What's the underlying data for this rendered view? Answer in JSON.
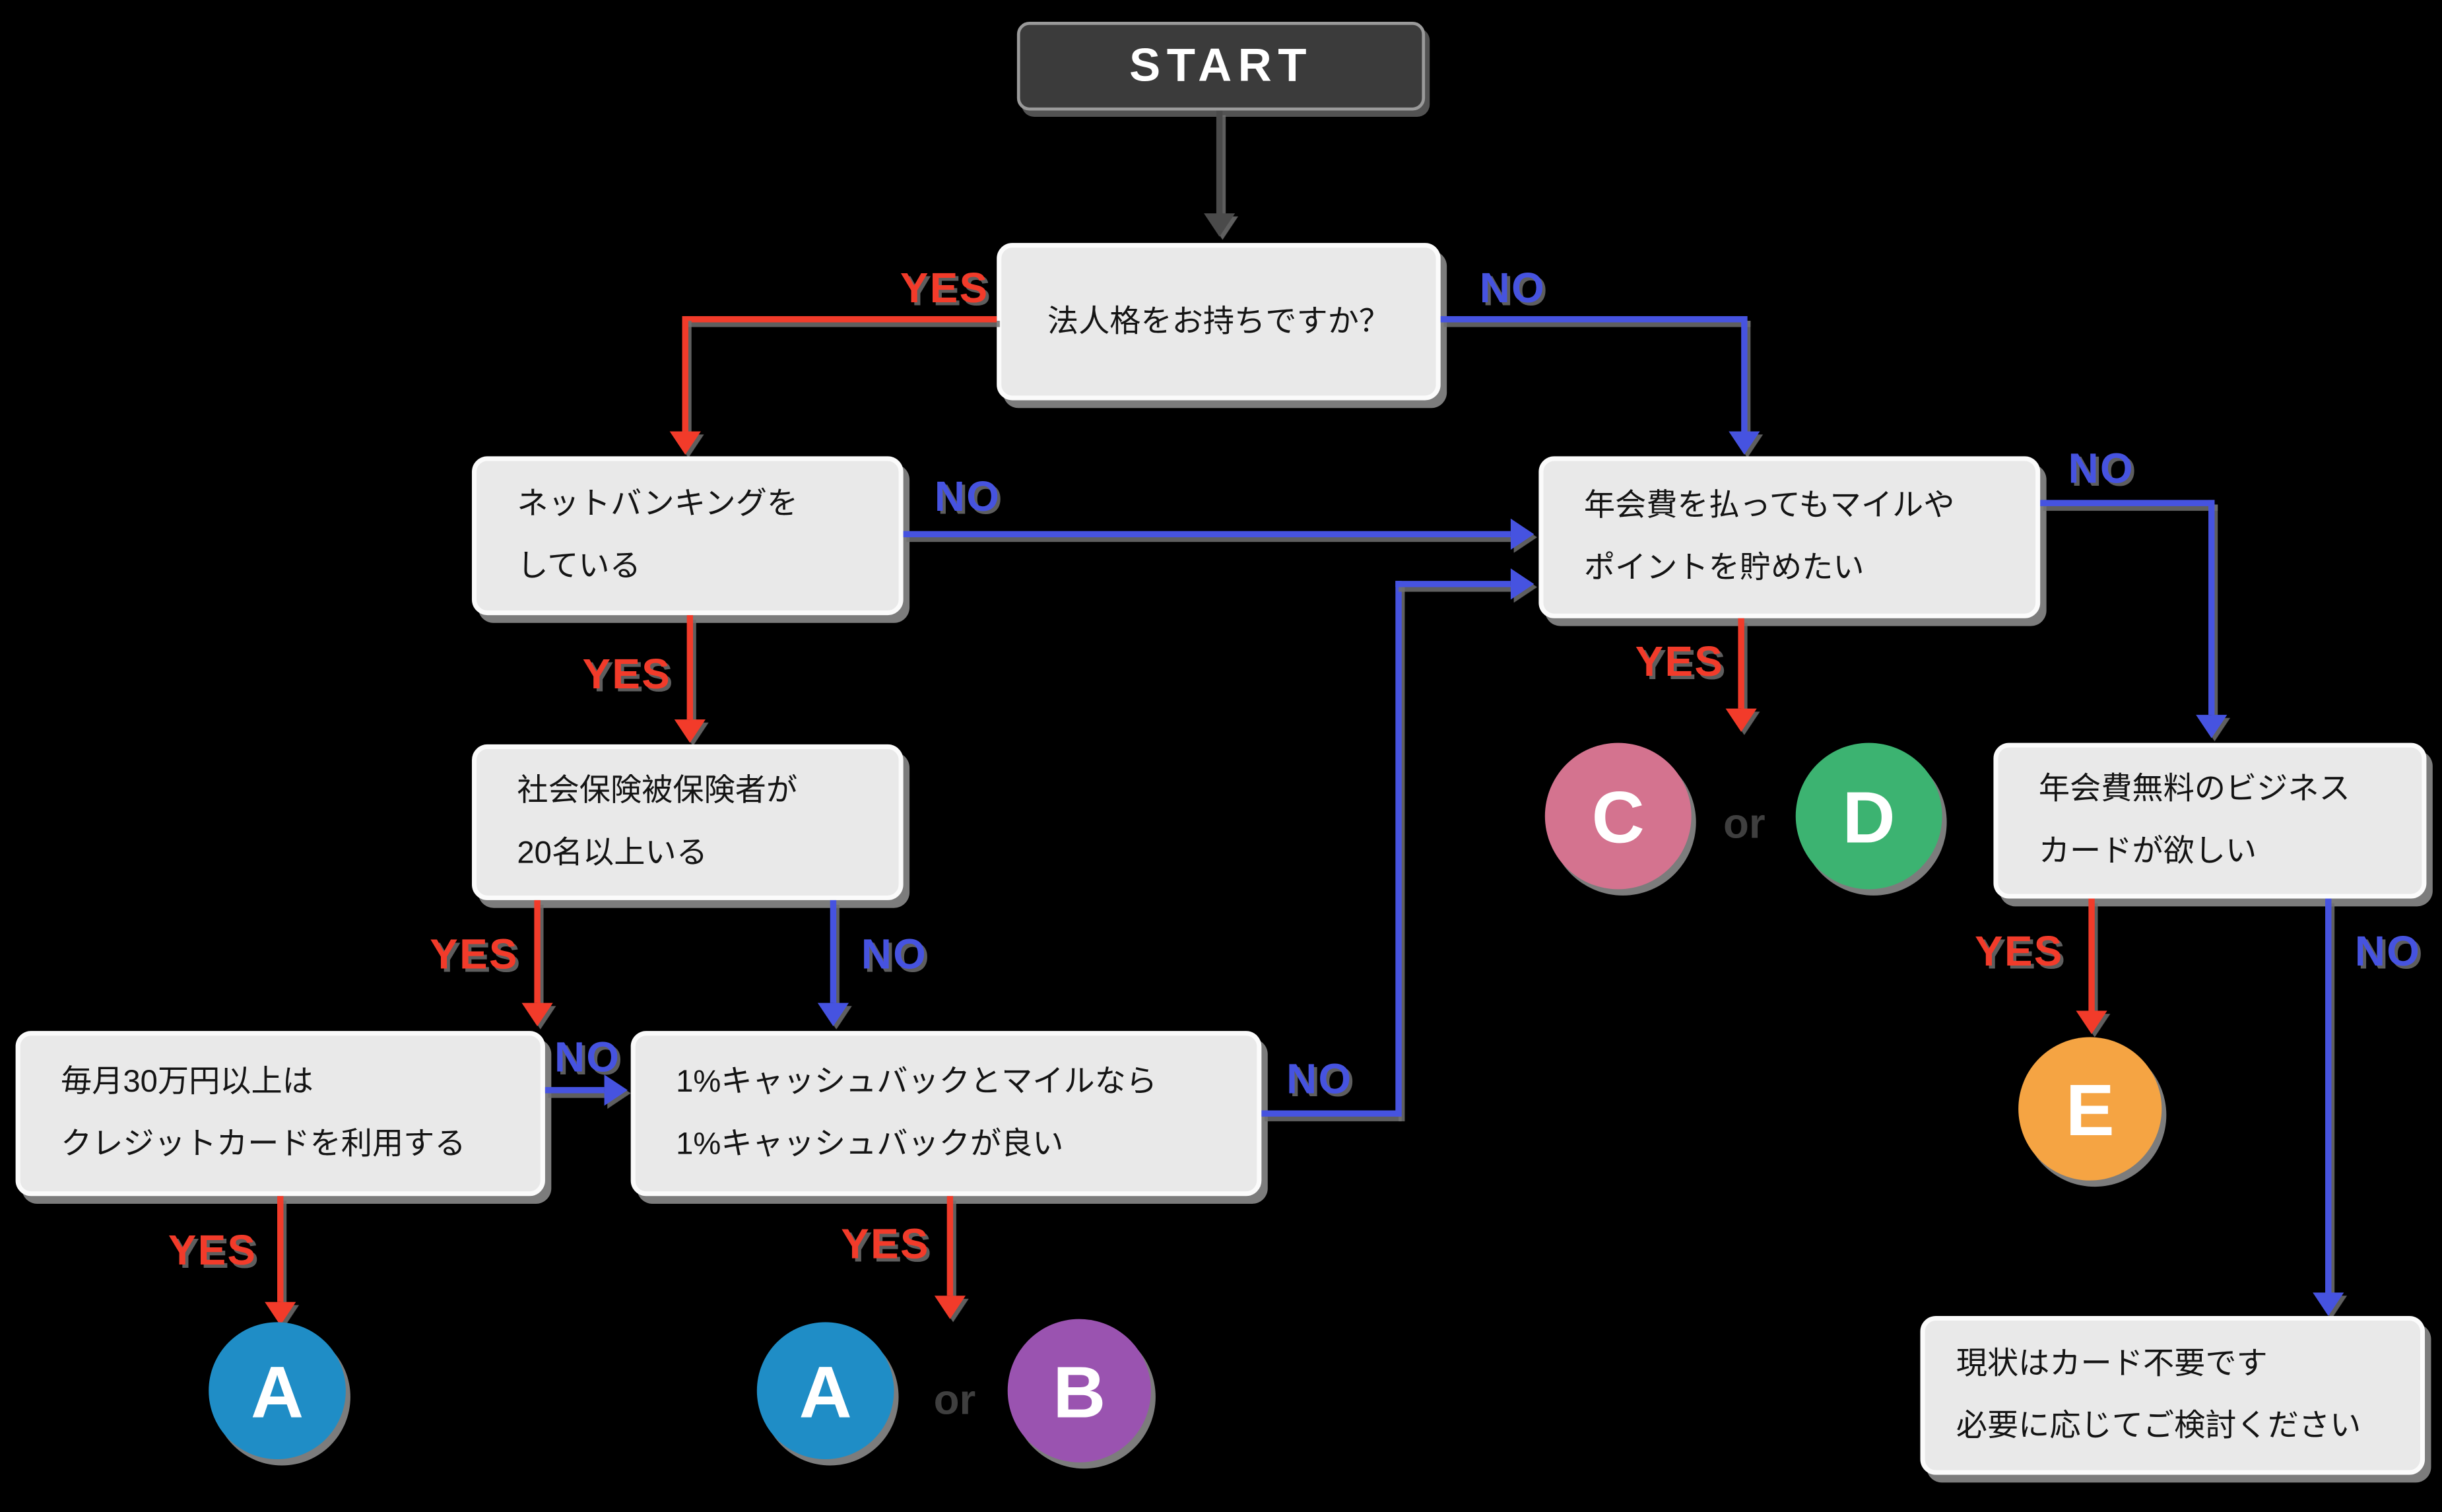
{
  "labels": {
    "start": "START",
    "yes": "YES",
    "no": "NO",
    "or": "or"
  },
  "colors": {
    "bg": "#000000",
    "box_bg": "#e9e9e9",
    "box_border": "#fbfbfb",
    "start_bg": "#3b3b3b",
    "start_border": "#9a9a9a",
    "yes_red": "#f23b2a",
    "no_blue": "#4653e0",
    "arrow_gray": "#4a4a4a",
    "or_gray": "#3f3f3f",
    "circle_a": "#1f8dc6",
    "circle_b": "#9a53b0",
    "circle_c": "#d4738f",
    "circle_d": "#3cb371",
    "circle_e": "#f5a443"
  },
  "nodes": {
    "corporate": {
      "text": "法人格をお持ちですか？"
    },
    "netbanking": {
      "line1": "ネットバンキングを",
      "line2": "している"
    },
    "insurance": {
      "line1": "社会保険被保険者が",
      "line2": "20名以上いる"
    },
    "monthly300k": {
      "line1": "毎月30万円以上は",
      "line2": "クレジットカードを利用する"
    },
    "cashback": {
      "line1": "1%キャッシュバックとマイルなら",
      "line2": "1%キャッシュバックが良い"
    },
    "paid_miles": {
      "line1": "年会費を払ってもマイルや",
      "line2": "ポイントを貯めたい"
    },
    "free_card": {
      "line1": "年会費無料のビジネス",
      "line2": "カードが欲しい"
    },
    "no_card": {
      "line1": "現状はカード不要です",
      "line2": "必要に応じてご検討ください"
    }
  },
  "results": {
    "a": "A",
    "b": "B",
    "c": "C",
    "d": "D",
    "e": "E"
  }
}
